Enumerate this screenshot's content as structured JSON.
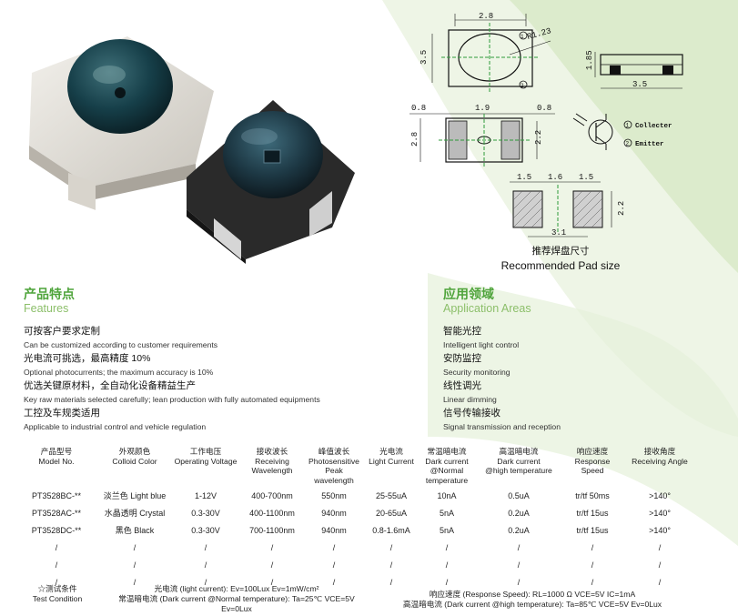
{
  "drawing": {
    "top_dim_w": "2.8",
    "top_dim_h": "3.5",
    "radius": "R1.23",
    "side_h": "1.85",
    "side_w": "3.5",
    "pad_left": "0.8",
    "pad_mid": "1.9",
    "pad_right": "0.8",
    "pad_h_left": "2.8",
    "pad_h_right": "2.2",
    "pin1": "1",
    "pin2": "2",
    "collector_num": "1",
    "collector": "Collecter",
    "emitter_num": "2",
    "emitter": "Emitter",
    "rec_a": "1.5",
    "rec_b": "1.6",
    "rec_c": "1.5",
    "rec_total": "3.1",
    "rec_h": "2.2",
    "rec_title_cn": "推荐焊盘尺寸",
    "rec_title_en": "Recommended Pad size"
  },
  "features": {
    "title_cn": "产品特点",
    "title_en": "Features",
    "items": [
      {
        "cn": "可按客户要求定制",
        "en": "Can be customized according to customer requirements"
      },
      {
        "cn": "光电流可挑选，最高精度 10%",
        "en": "Optional photocurrents; the maximum accuracy is 10%"
      },
      {
        "cn": "优选关键原材料，全自动化设备精益生产",
        "en": "Key raw materials selected carefully; lean production with fully automated equipments"
      },
      {
        "cn": "工控及车规类适用",
        "en": "Applicable to industrial control and vehicle regulation"
      }
    ]
  },
  "applications": {
    "title_cn": "应用领域",
    "title_en": "Application Areas",
    "items": [
      {
        "cn": "智能光控",
        "en": "Intelligent light control"
      },
      {
        "cn": "安防监控",
        "en": "Security monitoring"
      },
      {
        "cn": "线性调光",
        "en": "Linear dimming"
      },
      {
        "cn": "信号传输接收",
        "en": "Signal transmission and reception"
      }
    ]
  },
  "table": {
    "headers": [
      [
        "产品型号",
        "Model No."
      ],
      [
        "外观颜色",
        "Colloid Color"
      ],
      [
        "工作电压",
        "Operating Voltage"
      ],
      [
        "接收波长",
        "Receiving",
        "Wavelength"
      ],
      [
        "峰值波长",
        "Photosensitive",
        "Peak",
        "wavelength"
      ],
      [
        "光电流",
        "Light Current"
      ],
      [
        "常温暗电流",
        "Dark current",
        "@Normal",
        "temperature"
      ],
      [
        "高温暗电流",
        "Dark current",
        "@high temperature"
      ],
      [
        "响应速度",
        "Response",
        "Speed"
      ],
      [
        "接收角度",
        "Receiving Angle"
      ]
    ],
    "rows": [
      [
        "PT3528BC-**",
        "淡兰色 Light blue",
        "1-12V",
        "400-700nm",
        "550nm",
        "25-55uA",
        "10nA",
        "0.5uA",
        "tr/tf 50ms",
        ">140°"
      ],
      [
        "PT3528AC-**",
        "水晶透明 Crystal",
        "0.3-30V",
        "400-1100nm",
        "940nm",
        "20-65uA",
        "5nA",
        "0.2uA",
        "tr/tf 15us",
        ">140°"
      ],
      [
        "PT3528DC-**",
        "黑色 Black",
        "0.3-30V",
        "700-1100nm",
        "940nm",
        "0.8-1.6mA",
        "5nA",
        "0.2uA",
        "tr/tf  15us",
        ">140°"
      ],
      [
        "/",
        "/",
        "/",
        "/",
        "/",
        "/",
        "/",
        "/",
        "/",
        "/"
      ],
      [
        "/",
        "/",
        "/",
        "/",
        "/",
        "/",
        "/",
        "/",
        "/",
        "/"
      ],
      [
        "/",
        "/",
        "/",
        "/",
        "/",
        "/",
        "/",
        "/",
        "/",
        "/"
      ]
    ]
  },
  "test_condition": {
    "label_cn": "☆测试条件",
    "label_en": "Test Condition",
    "light_current": "光电流 (light current):  Ev=100Lux Ev=1mW/cm²",
    "dark_normal": "常温暗电流 (Dark current @Normal temperature):  Ta=25℃ VCE=5V",
    "dark_normal_ev": "Ev=0Lux",
    "response": "响应速度 (Response Speed):  RL=1000 Ω  VCE=5V  IC=1mA",
    "dark_high": "高温暗电流 (Dark current @high temperature):  Ta=85℃ VCE=5V  Ev=0Lux"
  },
  "colors": {
    "accent_green": "#4fa43b",
    "light_green": "#8cbf6a",
    "bg_green": "#e9f3df",
    "dim_green": "#2e9a3a"
  }
}
